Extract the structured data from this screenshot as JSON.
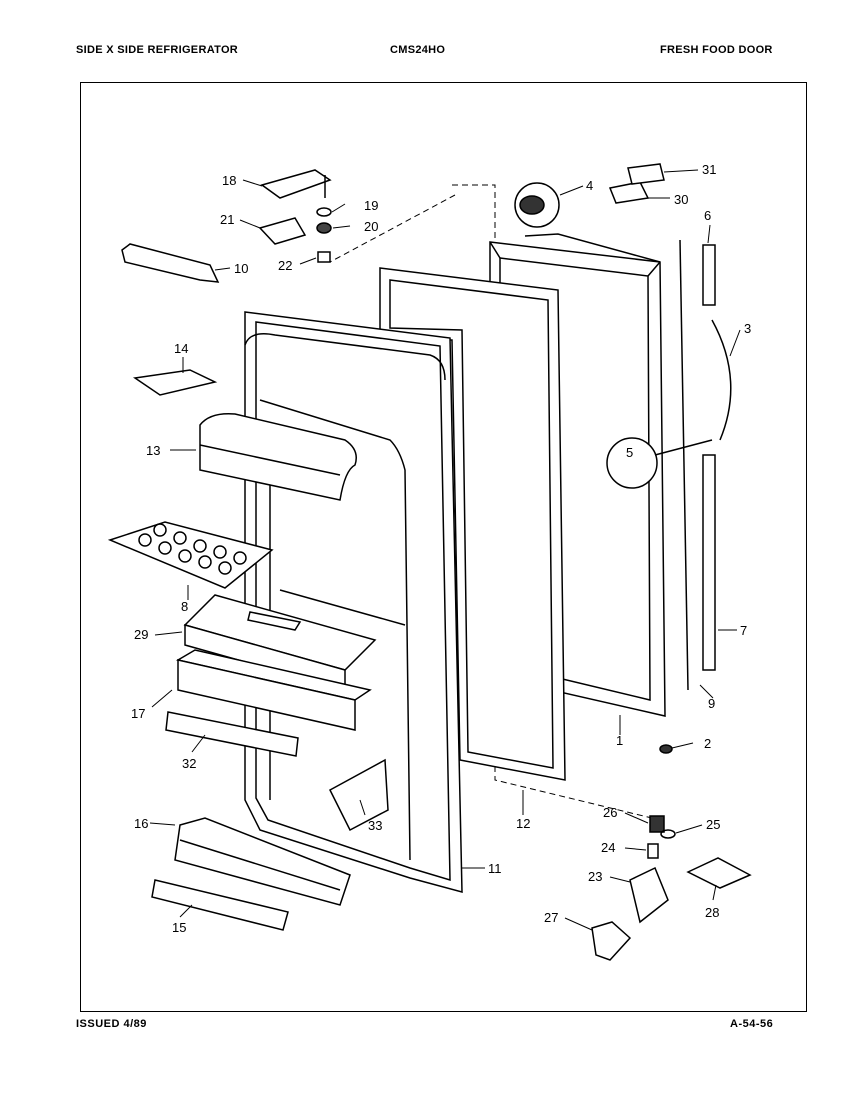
{
  "header": {
    "left": "SIDE X SIDE REFRIGERATOR",
    "center": "CMS24HO",
    "right": "FRESH FOOD DOOR"
  },
  "footer": {
    "issued": "ISSUED 4/89",
    "code": "A-54-56"
  },
  "callouts": [
    "1",
    "2",
    "3",
    "4",
    "5",
    "6",
    "7",
    "8",
    "9",
    "10",
    "11",
    "12",
    "13",
    "14",
    "15",
    "16",
    "17",
    "18",
    "19",
    "20",
    "21",
    "22",
    "23",
    "24",
    "25",
    "26",
    "27",
    "28",
    "29",
    "30",
    "31",
    "32",
    "33"
  ]
}
